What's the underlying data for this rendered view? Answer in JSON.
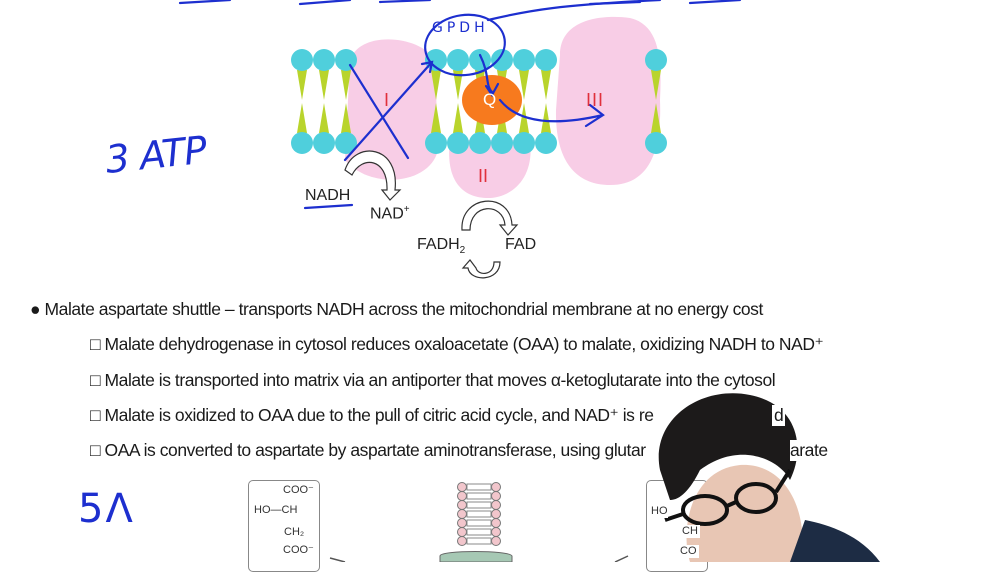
{
  "diagram": {
    "complex_labels": [
      "I",
      "II",
      "III"
    ],
    "q_label": "Q",
    "nadh": "NADH",
    "nad_plus": "NAD",
    "nad_sup": "+",
    "fadh2": "FADH",
    "fadh2_sub": "2",
    "fad": "FAD",
    "colors": {
      "lipid_head": "#4fcfdc",
      "lipid_tail": "#b9d42c",
      "complex": "#f8cde6",
      "q": "#f77a1e",
      "complex_label": "#e0303c",
      "ink": "#1d2fcf"
    }
  },
  "handwriting": {
    "gpdh": "GPDH",
    "atp": "3 ATP",
    "bottom": "5Λ"
  },
  "bullets": {
    "main": "Malate aspartate shuttle – transports NADH across the mitochondrial membrane at no energy cost",
    "subs": [
      "Malate dehydrogenase in cytosol reduces oxaloacetate (OAA) to malate, oxidizing NADH to NAD⁺",
      "Malate is transported into matrix via an antiporter that moves α-ketoglutarate into the cytosol",
      "Malate is oxidized to OAA due to the pull of citric acid cycle, and NAD⁺ is re",
      "OAA is converted to aspartate by aspartate aminotransferase, using glutar"
    ],
    "sub_tails": [
      "",
      "",
      "d",
      "arate"
    ]
  },
  "malate_structure": {
    "lines": [
      "COO⁻",
      "HO—CH",
      "CH₂",
      "COO⁻"
    ]
  },
  "right_structure": {
    "lines": [
      "HO",
      "CH",
      "CO"
    ]
  }
}
